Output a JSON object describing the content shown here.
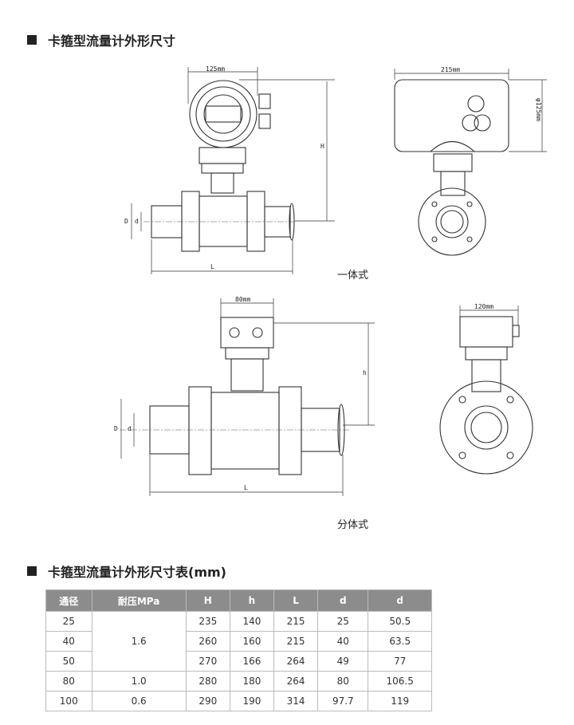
{
  "heading1": "卡箍型流量计外形尺寸",
  "heading2": "卡箍型流量计外形尺寸表(mm)",
  "drawing_integrated": {
    "width_label": "125mm",
    "H": "H",
    "D": "D",
    "d": "d",
    "L": "L",
    "side_width": "215mm",
    "side_dia": "φ125mm",
    "caption": "一体式"
  },
  "drawing_split": {
    "width_label": "80mm",
    "h": "h",
    "D": "D",
    "d": "d",
    "L": "L",
    "side_width": "120mm",
    "caption": "分体式"
  },
  "table": {
    "headers": [
      "通径",
      "耐压MPa",
      "H",
      "h",
      "L",
      "d",
      "d"
    ],
    "rows": [
      [
        "25",
        "1.6",
        "235",
        "140",
        "215",
        "25",
        "50.5"
      ],
      [
        "40",
        "",
        "260",
        "160",
        "215",
        "40",
        "63.5"
      ],
      [
        "50",
        "",
        "270",
        "166",
        "264",
        "49",
        "77"
      ],
      [
        "80",
        "1.0",
        "280",
        "180",
        "264",
        "80",
        "106.5"
      ],
      [
        "100",
        "0.6",
        "290",
        "190",
        "314",
        "97.7",
        "119"
      ]
    ]
  }
}
